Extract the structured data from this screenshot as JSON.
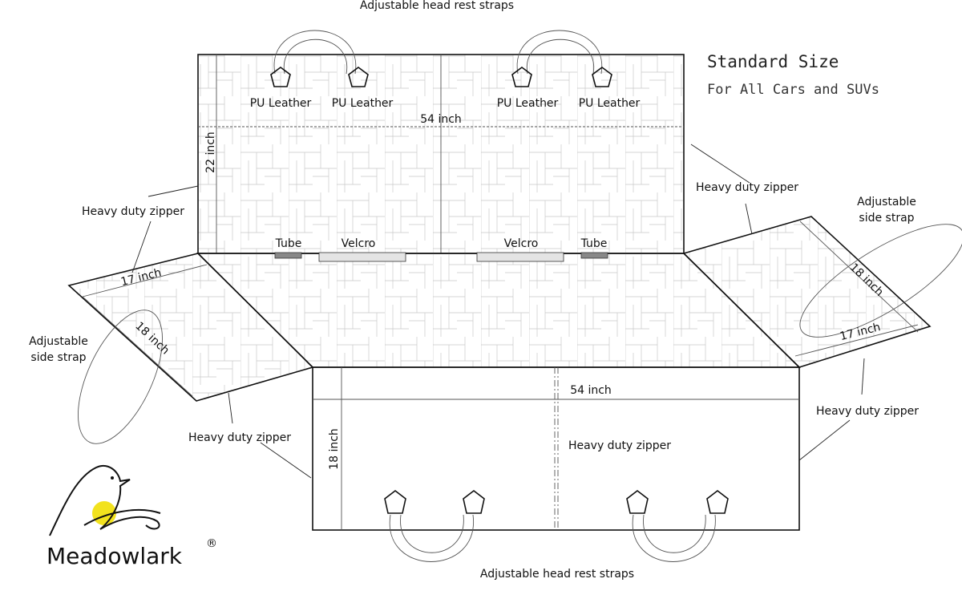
{
  "title": "Standard Size",
  "subtitle": "For All Cars and SUVs",
  "brand": {
    "name": "Meadowlark",
    "mark": "®",
    "accent": "#f2e21e"
  },
  "labels": {
    "top_straps": "Adjustable head rest straps",
    "bottom_straps": "Adjustable head rest straps",
    "pu1": "PU Leather",
    "pu2": "PU Leather",
    "pu3": "PU Leather",
    "pu4": "PU Leather",
    "top_width": "54 inch",
    "top_height": "22 inch",
    "tube_left": "Tube",
    "tube_right": "Tube",
    "velcro_left": "Velcro",
    "velcro_right": "Velcro",
    "zipper_left_top": "Heavy duty zipper",
    "zipper_right_top": "Heavy duty zipper",
    "zipper_left_bottom": "Heavy duty zipper",
    "zipper_right_bottom": "Heavy duty zipper",
    "zipper_center": "Heavy duty zipper",
    "left_flap_w": "17 inch",
    "left_flap_h": "18 inch",
    "right_flap_w": "17 inch",
    "right_flap_h": "18 inch",
    "strap_left_1": "Adjustable",
    "strap_left_2": "side strap",
    "strap_right_1": "Adjustable",
    "strap_right_2": "side strap",
    "bottom_width": "54 inch",
    "bottom_height": "18 inch"
  },
  "colors": {
    "line": "#111111",
    "grid": "#c8c8c8",
    "tube": "#888888",
    "velcro": "#e4e4e4"
  }
}
